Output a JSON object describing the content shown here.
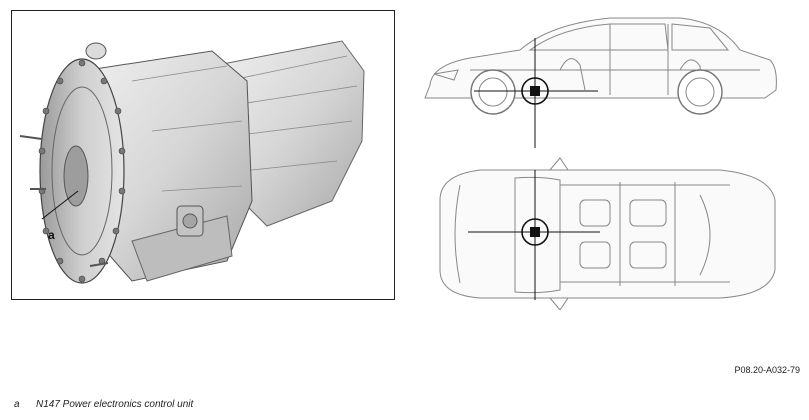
{
  "callout": {
    "label": "a"
  },
  "figure_code": "P08.20-A032-79",
  "legend": [
    {
      "key": "a",
      "text": "N147 Power electronics control unit"
    }
  ],
  "icons": {
    "transmission": "transmission-illustration",
    "car_side": "car-side-view",
    "car_top": "car-top-view",
    "locator": "crosshair-marker-icon"
  }
}
